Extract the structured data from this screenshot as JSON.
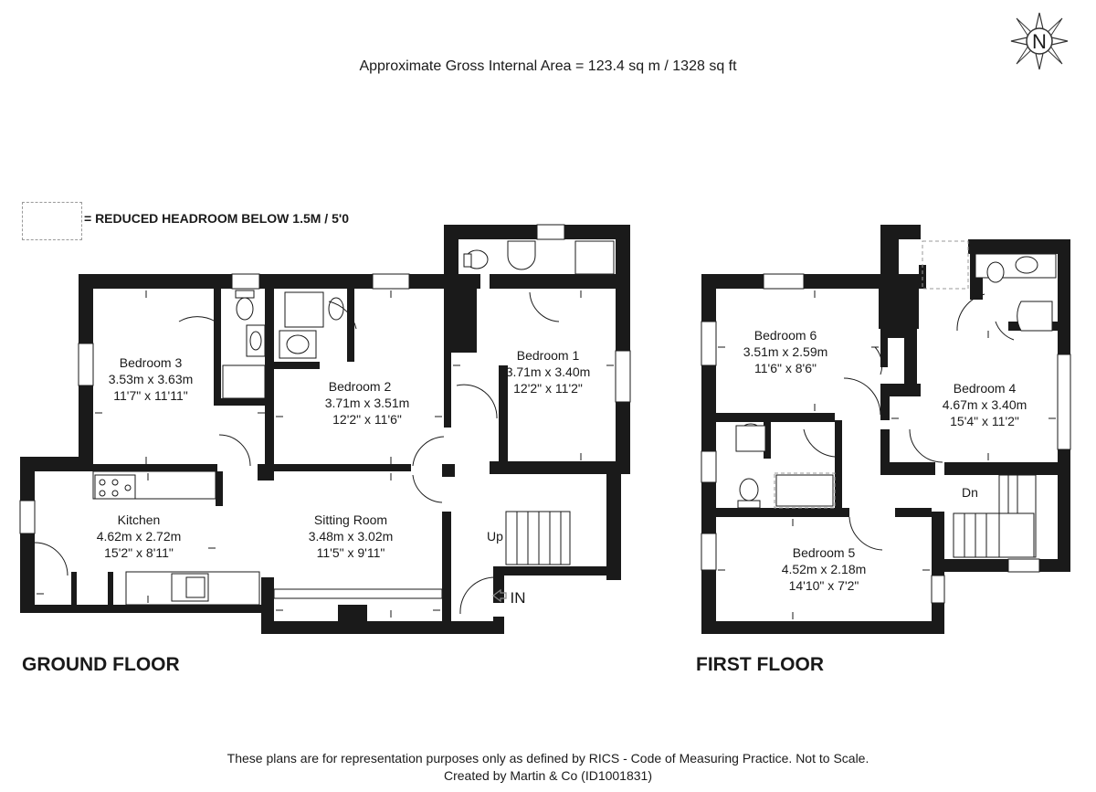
{
  "header": {
    "gross_area": "Approximate Gross Internal Area = 123.4 sq m / 1328 sq ft",
    "compass": "N"
  },
  "legend": {
    "text": "= REDUCED HEADROOM BELOW 1.5M / 5'0"
  },
  "ground_floor": {
    "title": "GROUND FLOOR",
    "rooms": {
      "bedroom3": {
        "name": "Bedroom 3",
        "metric": "3.53m x 3.63m",
        "imperial": "11'7\" x 11'11\""
      },
      "bedroom2": {
        "name": "Bedroom 2",
        "metric": "3.71m x 3.51m",
        "imperial": "12'2\" x 11'6\""
      },
      "bedroom1": {
        "name": "Bedroom 1",
        "metric": "3.71m x 3.40m",
        "imperial": "12'2\" x 11'2\""
      },
      "kitchen": {
        "name": "Kitchen",
        "metric": "4.62m x 2.72m",
        "imperial": "15'2\" x 8'11\""
      },
      "sitting": {
        "name": "Sitting Room",
        "metric": "3.48m x 3.02m",
        "imperial": "11'5\" x 9'11\""
      }
    },
    "stairs_label": "Up",
    "entrance_label": "IN"
  },
  "first_floor": {
    "title": "FIRST FLOOR",
    "rooms": {
      "bedroom6": {
        "name": "Bedroom 6",
        "metric": "3.51m x 2.59m",
        "imperial": "11'6\" x 8'6\""
      },
      "bedroom4": {
        "name": "Bedroom 4",
        "metric": "4.67m x 3.40m",
        "imperial": "15'4\" x 11'2\""
      },
      "bedroom5": {
        "name": "Bedroom 5",
        "metric": "4.52m x 2.18m",
        "imperial": "14'10\" x 7'2\""
      }
    },
    "stairs_label": "Dn"
  },
  "footer": {
    "line1": "These plans are for representation purposes only as defined by RICS - Code of Measuring Practice. Not to Scale.",
    "line2": "Created by Martin & Co (ID1001831)"
  }
}
